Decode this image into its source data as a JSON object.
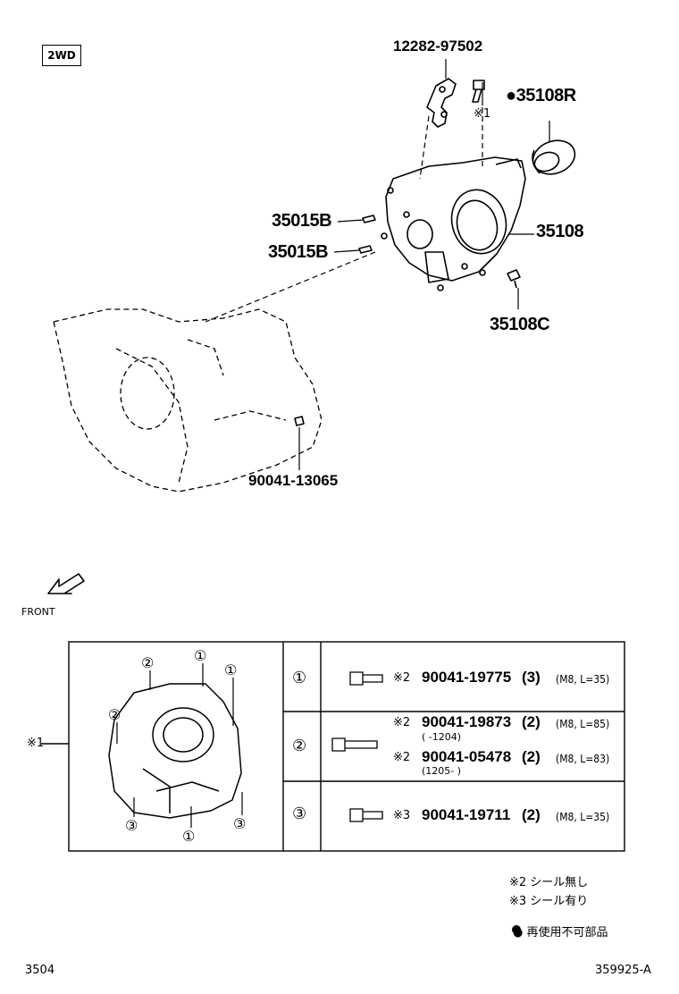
{
  "badge": "2WD",
  "labels": {
    "p1": "12282-97502",
    "p1_note": "※1",
    "p2": "●35108R",
    "p3a": "35015B",
    "p3b": "35015B",
    "p4": "35108",
    "p5": "35108C",
    "p6": "90041-13065",
    "front": "FRONT"
  },
  "table": {
    "left_note": "※1",
    "rows": [
      {
        "num": "①",
        "entries": [
          {
            "mark": "※2",
            "part": "90041-19775",
            "qty": "(3)",
            "spec": "(M8, L=35)",
            "range": ""
          }
        ]
      },
      {
        "num": "②",
        "entries": [
          {
            "mark": "※2",
            "part": "90041-19873",
            "qty": "(2)",
            "spec": "(M8, L=85)",
            "range": "(      -1204)"
          },
          {
            "mark": "※2",
            "part": "90041-05478",
            "qty": "(2)",
            "spec": "(M8, L=83)",
            "range": "(1205-        )"
          }
        ]
      },
      {
        "num": "③",
        "entries": [
          {
            "mark": "※3",
            "part": "90041-19711",
            "qty": "(2)",
            "spec": "(M8, L=35)",
            "range": ""
          }
        ]
      }
    ],
    "callouts": [
      "①",
      "①",
      "①",
      "②",
      "②",
      "③",
      "③"
    ]
  },
  "legend": [
    "※2 シール無し",
    "※3 シール有り",
    "● 再使用不可部品"
  ],
  "footer": {
    "left": "3504",
    "right": "359925-A"
  }
}
